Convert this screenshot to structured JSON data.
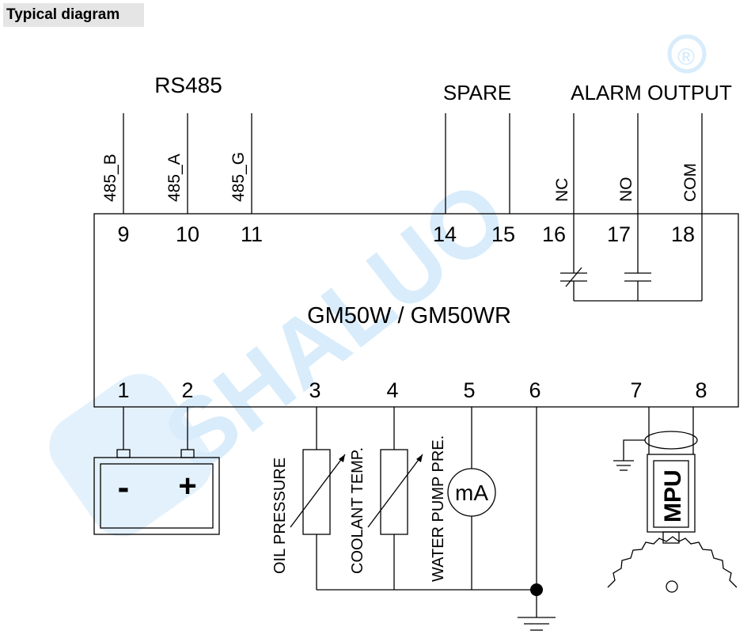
{
  "title": "Typical diagram",
  "watermark": {
    "text": "SHALUO",
    "mark": "®"
  },
  "device": {
    "name": "GM50W  / GM50WR"
  },
  "groups": {
    "rs485": "RS485",
    "spare": "SPARE",
    "alarm": "ALARM OUTPUT"
  },
  "signals": {
    "b485": "485_B",
    "a485": "485_A",
    "g485": "485_G",
    "nc": "NC",
    "no": "NO",
    "com": "COM"
  },
  "terminals": {
    "t1": "1",
    "t2": "2",
    "t3": "3",
    "t4": "4",
    "t5": "5",
    "t6": "6",
    "t7": "7",
    "t8": "8",
    "t9": "9",
    "t10": "10",
    "t11": "11",
    "t14": "14",
    "t15": "15",
    "t16": "16",
    "t17": "17",
    "t18": "18"
  },
  "battery": {
    "minus": "-",
    "plus": "+"
  },
  "sensors": {
    "oil": "OIL PRESSURE",
    "coolant": "COOLANT TEMP.",
    "pump": "WATER PUMP PRE.",
    "ma": "mA"
  },
  "mpu": "MPU"
}
